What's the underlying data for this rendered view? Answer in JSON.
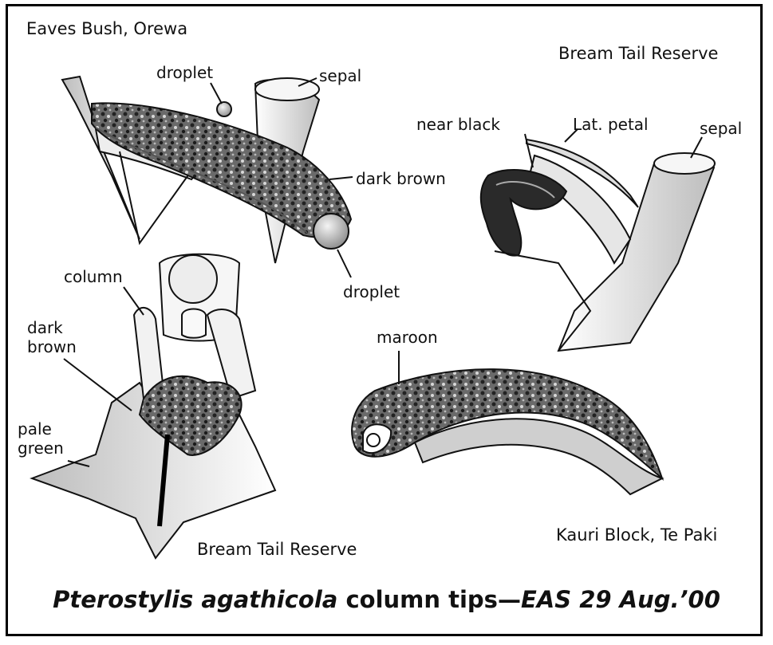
{
  "locations": {
    "top_left": "Eaves Bush, Orewa",
    "top_right": "Bream Tail Reserve",
    "bottom_center": "Bream Tail Reserve",
    "bottom_right": "Kauri Block, Te Paki"
  },
  "labels": {
    "droplet_top": "droplet",
    "sepal_top": "sepal",
    "dark_brown_right": "dark brown",
    "droplet_bottom": "droplet",
    "near_black": "near black",
    "lat_petal": "Lat. petal",
    "sepal_right": "sepal",
    "column": "column",
    "dark_brown_left_1": "dark",
    "dark_brown_left_2": "brown",
    "pale_green_1": "pale",
    "pale_green_2": "green",
    "maroon": "maroon"
  },
  "caption": {
    "species": "Pterostylis agathicola",
    "middle": " column tips—",
    "credit": "EAS 29 Aug.’00"
  }
}
